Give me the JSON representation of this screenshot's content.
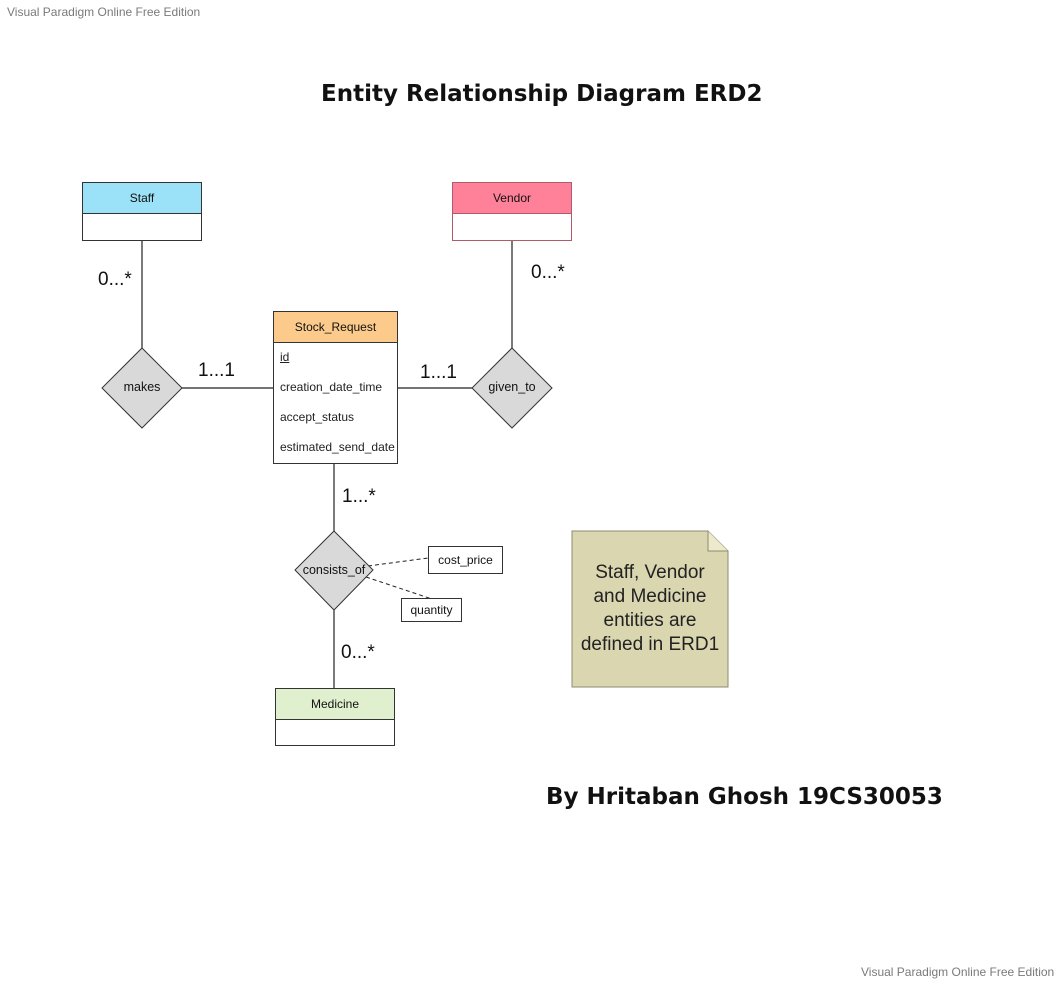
{
  "watermarks": {
    "top": "Visual Paradigm Online Free Edition",
    "bottom": "Visual Paradigm Online Free Edition"
  },
  "title": "Entity Relationship Diagram ERD2",
  "author": "By Hritaban Ghosh 19CS30053",
  "entities": {
    "staff": {
      "name": "Staff",
      "color": "#9be1f7"
    },
    "vendor": {
      "name": "Vendor",
      "color": "#ff8099"
    },
    "stock_request": {
      "name": "Stock_Request",
      "color": "#fccb8c",
      "attributes": [
        "id",
        "creation_date_time",
        "accept_status",
        "estimated_send_date"
      ]
    },
    "medicine": {
      "name": "Medicine",
      "color": "#e0efcd"
    }
  },
  "relationships": {
    "makes": "makes",
    "given_to": "given_to",
    "consists_of": "consists_of"
  },
  "relationship_attributes": {
    "cost_price": "cost_price",
    "quantity": "quantity"
  },
  "cardinalities": {
    "staff_makes": "0...*",
    "makes_stock": "1...1",
    "vendor_given": "0...*",
    "given_stock": "1...1",
    "stock_consists": "1...*",
    "consists_medicine": "0...*"
  },
  "note": {
    "lines": [
      "Staff, Vendor",
      "and Medicine",
      "entities are",
      "defined in ERD1"
    ],
    "color": "#d9d6b0"
  }
}
